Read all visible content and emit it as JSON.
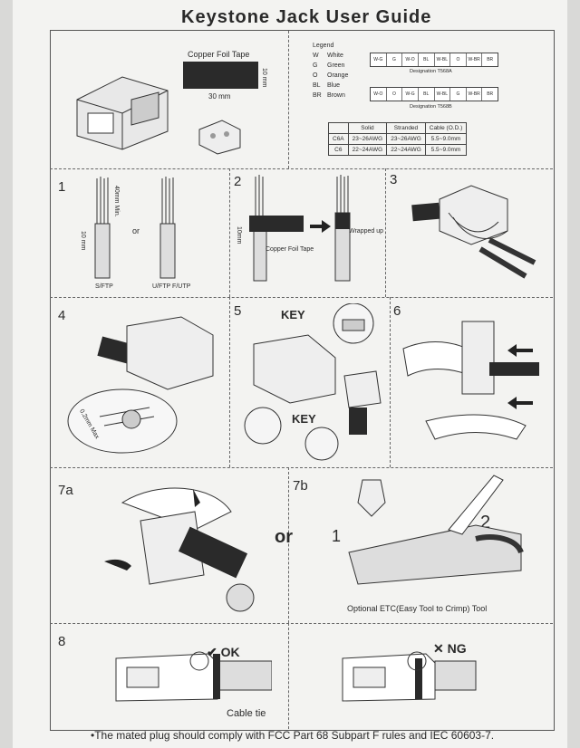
{
  "title": "Keystone Jack User Guide",
  "top": {
    "tape_label": "Copper Foil Tape",
    "tape_width": "30 mm",
    "tape_height": "10 mm",
    "legend_title": "Legend",
    "legend": [
      [
        "W",
        "White"
      ],
      [
        "G",
        "Green"
      ],
      [
        "O",
        "Orange"
      ],
      [
        "BL",
        "Blue"
      ],
      [
        "BR",
        "Brown"
      ]
    ],
    "t568a_pins": [
      "W-G",
      "G",
      "W-O",
      "BL",
      "W-BL",
      "O",
      "W-BR",
      "BR"
    ],
    "t568a_label": "Designation T568A",
    "t568b_pins": [
      "W-O",
      "O",
      "W-G",
      "BL",
      "W-BL",
      "G",
      "W-BR",
      "BR"
    ],
    "t568b_label": "Designation T568B",
    "table_header": [
      "",
      "Solid",
      "Stranded",
      "Cable (O.D.)"
    ],
    "table_rows": [
      [
        "C6A",
        "23~26AWG",
        "23~26AWG",
        "5.5~9.0mm"
      ],
      [
        "C6",
        "22~24AWG",
        "22~24AWG",
        "5.5~9.0mm"
      ]
    ]
  },
  "steps": {
    "s1": "1",
    "s1_or": "or",
    "s1_a": "S/FTP",
    "s1_b": "U/FTP  F/UTP",
    "s1_dim1": "10 mm",
    "s1_dim2": "40mm Min.",
    "s2": "2",
    "s2_tape": "Copper Foil Tape",
    "s2_wrap": "Wrapped up",
    "s2_dim": "10mm",
    "s3": "3",
    "s4": "4",
    "s4_max": "0.2mm Max",
    "s5": "5",
    "s5_key1": "KEY",
    "s5_key2": "KEY",
    "s6": "6",
    "s7a": "7a",
    "s7_or": "or",
    "s7b": "7b",
    "s7b_n1": "1",
    "s7b_n2": "2",
    "s7b_tool": "Optional ETC(Easy Tool to Crimp) Tool",
    "s8": "8",
    "ok": "OK",
    "ng": "NG",
    "cable_tie": "Cable tie"
  },
  "footer": "•The mated plug should comply with FCC Part 68 Subpart F rules and IEC 60603-7."
}
